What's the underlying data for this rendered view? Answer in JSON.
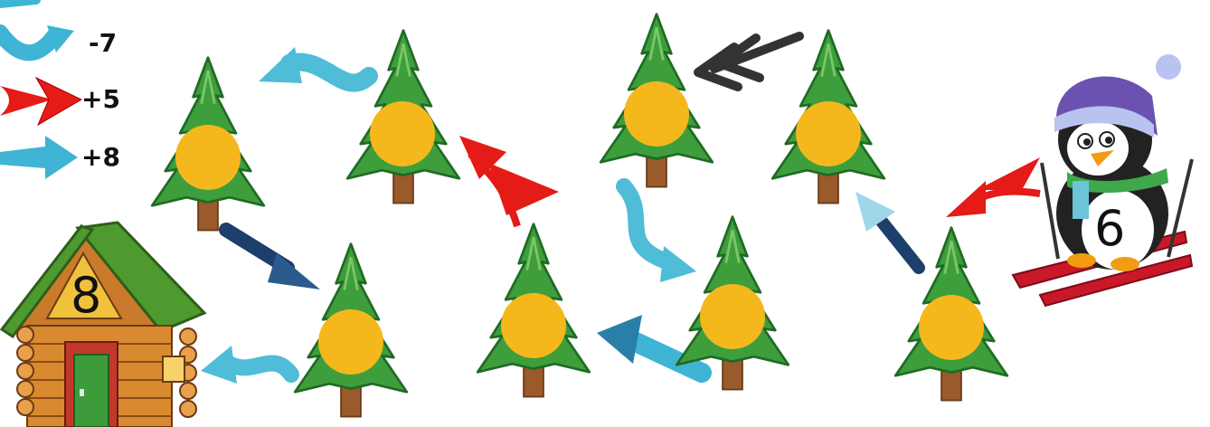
{
  "legend": [
    {
      "arrow": "wavy-blue-arrow",
      "label": "-7"
    },
    {
      "arrow": "red-arrow",
      "label": "+5"
    },
    {
      "arrow": "blue-arrow",
      "label": "+8"
    }
  ],
  "start": {
    "character": "penguin-skier",
    "value": "6"
  },
  "goal": {
    "building": "log-cabin",
    "value": "8"
  },
  "trees": [
    {
      "id": "tree-1",
      "answer": ""
    },
    {
      "id": "tree-2",
      "answer": ""
    },
    {
      "id": "tree-3",
      "answer": ""
    },
    {
      "id": "tree-4",
      "answer": ""
    },
    {
      "id": "tree-5",
      "answer": ""
    },
    {
      "id": "tree-6",
      "answer": ""
    },
    {
      "id": "tree-7",
      "answer": ""
    },
    {
      "id": "tree-8",
      "answer": ""
    }
  ],
  "colors": {
    "tree": "#3e9e3c",
    "treeDark": "#1f6b24",
    "circle": "#f5b81c",
    "trunk": "#9a5a2b",
    "red": "#e41b17",
    "blue": "#3fb4d4",
    "navy": "#1d3f6b",
    "black": "#333333",
    "roof": "#4e9a2f",
    "log": "#d9892f",
    "door": "#3d9b3b"
  }
}
